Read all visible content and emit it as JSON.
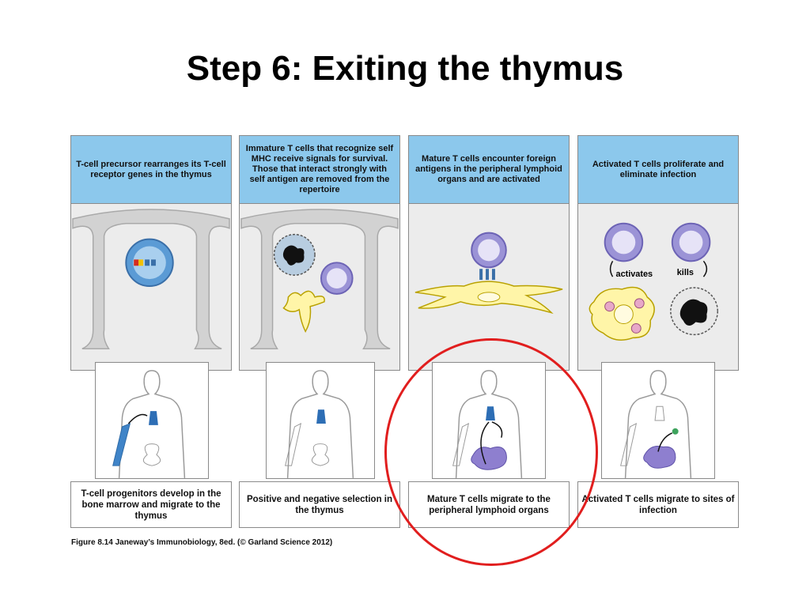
{
  "slide": {
    "title": "Step 6: Exiting the thymus"
  },
  "panels": [
    {
      "header": "T-cell precursor rearranges its T-cell receptor genes in the thymus",
      "caption": "T-cell progenitors develop in the bone marrow and migrate to the thymus"
    },
    {
      "header": "Immature T cells that recognize self MHC receive signals for survival. Those that interact strongly with self antigen are removed from the repertoire",
      "caption": "Positive and negative selection in the thymus"
    },
    {
      "header": "Mature T cells encounter foreign antigens in the peripheral lymphoid organs and are activated",
      "caption": "Mature T cells migrate to the peripheral lymphoid organs"
    },
    {
      "header": "Activated T cells proliferate and eliminate infection",
      "caption": "Activated T cells migrate to sites of infection",
      "labels": {
        "activates": "activates",
        "kills": "kills"
      }
    }
  ],
  "credit": "Figure 8.14 Janeway’s Immunobiology, 8ed. (© Garland Science 2012)",
  "colors": {
    "header": "#8cc8ec",
    "panel": "#ececec",
    "tcell": "#9b93d6",
    "highlight": "#e11e1e"
  }
}
